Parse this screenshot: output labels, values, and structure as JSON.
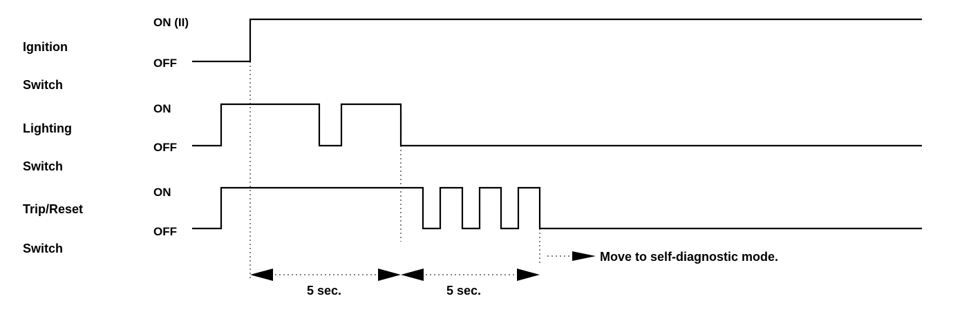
{
  "signals": [
    {
      "id": "ignition",
      "name_lines": [
        "Ignition",
        "Switch"
      ],
      "on_label": "ON (II)",
      "off_label": "OFF"
    },
    {
      "id": "lighting",
      "name_lines": [
        "Lighting",
        "Switch"
      ],
      "on_label": "ON",
      "off_label": "OFF"
    },
    {
      "id": "trip",
      "name_lines": [
        "Trip/Reset",
        "Switch"
      ],
      "on_label": "ON",
      "off_label": "OFF"
    }
  ],
  "intervals": [
    {
      "label": "5 sec."
    },
    {
      "label": "5 sec."
    }
  ],
  "result_text": "Move to self-diagnostic mode."
}
